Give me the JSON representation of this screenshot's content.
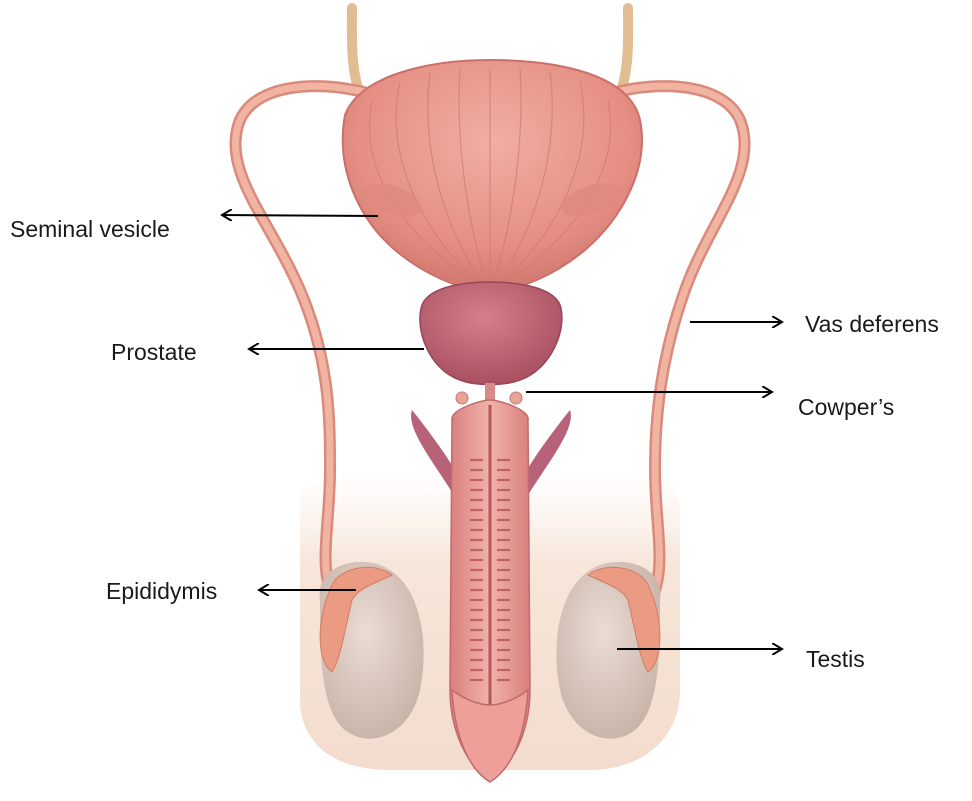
{
  "labels": {
    "seminal_vesicle": "Seminal vesicle",
    "prostate": "Prostate",
    "vas_deferens": "Vas deferens",
    "cowpers": "Cowper’s",
    "epididymis": "Epididymis",
    "testis": "Testis"
  },
  "colors": {
    "bladder": "#e9968a",
    "bladder_dark": "#d67a70",
    "prostate": "#b85e6c",
    "duct": "#f0a996",
    "duct_edge": "#d98a7a",
    "ureter": "#e6c59a",
    "testis": "#d8c6bd",
    "epididymis": "#ec9f86",
    "skin": "#f6e3d6",
    "penis": "#e79a94",
    "corpus": "#c96c72",
    "arrow": "#000000"
  }
}
